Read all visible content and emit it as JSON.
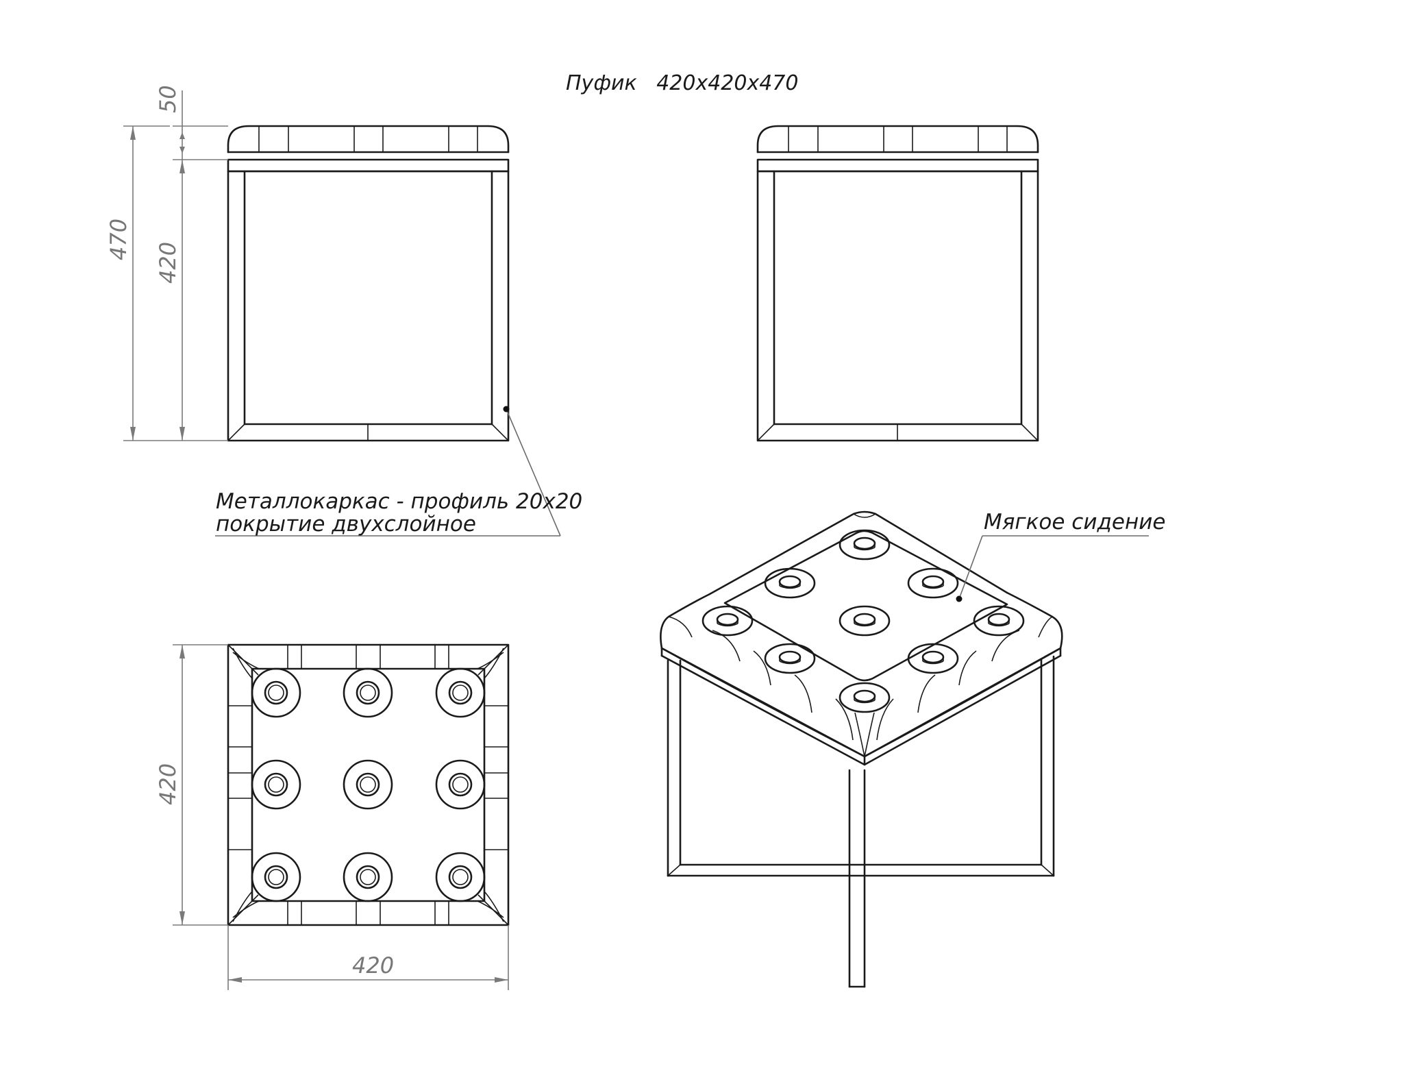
{
  "title": "Пуфик   420х420х470",
  "dimensions": {
    "total_height": "470",
    "frame_height": "420",
    "cushion_height": "50",
    "top_view_depth": "420",
    "top_view_width": "420"
  },
  "annotations": {
    "frame_line1": "Металлокаркас - профиль 20х20",
    "frame_line2": "покрытие двухслойное",
    "seat": "Мягкое сидение"
  }
}
